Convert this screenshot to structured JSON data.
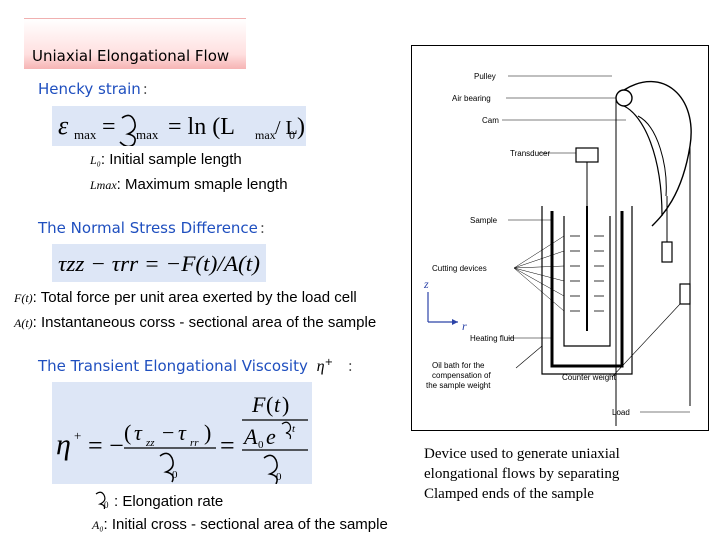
{
  "title": "Uniaxial Elongational Flow",
  "hencky": {
    "heading": "Hencky strain",
    "colon": ":",
    "eq_epsilon": "ε",
    "eq_max": "max",
    "eq_eq": "=",
    "eq_rhs": "= ln (L",
    "eq_Lmax_sub": "max",
    "eq_slash": "/ L",
    "eq_L0_sub": "0",
    "eq_close": ")",
    "def1_sym": "L₀",
    "def1_text": ": Initial sample length",
    "def2_sym": "Lmax",
    "def2_text": ": Maximum smaple length"
  },
  "normal_stress": {
    "heading": "The Normal Stress Difference",
    "colon": ":",
    "eq_text": "τzz − τrr = −F(t)/A(t)",
    "def1_sym": "F(t)",
    "def1_text": ": Total force per unit area exerted by the load cell",
    "def2_sym": "A(t)",
    "def2_text": ": Instantaneous corss - sectional area of the sample"
  },
  "viscosity": {
    "heading": "The Transient Elongational Viscosity",
    "eta": "η",
    "colon": ":",
    "def1_text": ": Elongation rate",
    "def2_sym": "A₀",
    "def2_text": ": Initial cross - sectional area of the sample"
  },
  "figure": {
    "labels": {
      "pulley": "Pulley",
      "air_bearing": "Air bearing",
      "cam": "Cam",
      "transducer": "Transducer",
      "sample": "Sample",
      "cutting": "Cutting devices",
      "z": "z",
      "r": "r",
      "heating": "Heating fluid",
      "oil1": "Oil bath for the",
      "oil2": "compensation of",
      "oil3": "the sample weight",
      "counter": "Counter weight",
      "load": "Load"
    }
  },
  "caption": {
    "line1": "Device used to generate uniaxial",
    "line2": "elongational flows by separating",
    "line3": "Clamped ends of the sample"
  }
}
